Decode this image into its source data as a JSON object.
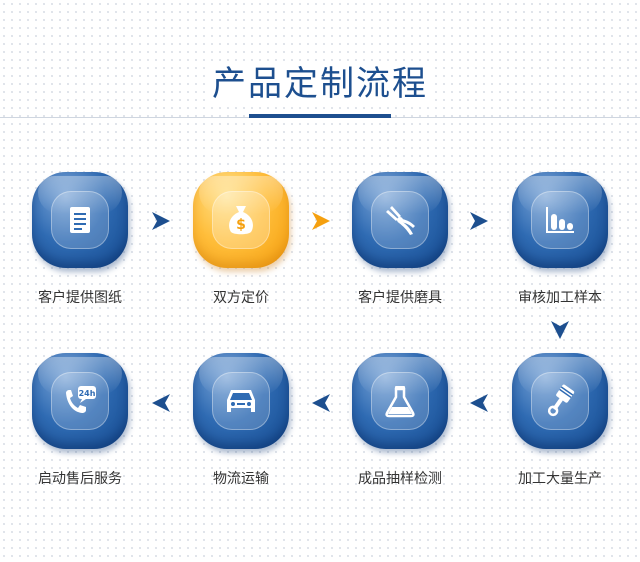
{
  "title": "产品定制流程",
  "steps": [
    {
      "label": "客户提供图纸",
      "icon": "document-icon",
      "accent": "blue"
    },
    {
      "label": "双方定价",
      "icon": "money-bag-icon",
      "accent": "orange"
    },
    {
      "label": "客户提供磨具",
      "icon": "pliers-icon",
      "accent": "blue"
    },
    {
      "label": "审核加工样本",
      "icon": "bar-chart-icon",
      "accent": "blue"
    },
    {
      "label": "加工大量生产",
      "icon": "piston-icon",
      "accent": "blue"
    },
    {
      "label": "成品抽样检测",
      "icon": "flask-icon",
      "accent": "blue"
    },
    {
      "label": "物流运输",
      "icon": "car-icon",
      "accent": "blue"
    },
    {
      "label": "启动售后服务",
      "icon": "phone-24h-icon",
      "accent": "blue"
    }
  ],
  "icon_badge_text": "24h",
  "colors": {
    "primary": "#1d4f8f",
    "orange": "#f5a00f",
    "arrow_blue": "#1d4f8f"
  }
}
